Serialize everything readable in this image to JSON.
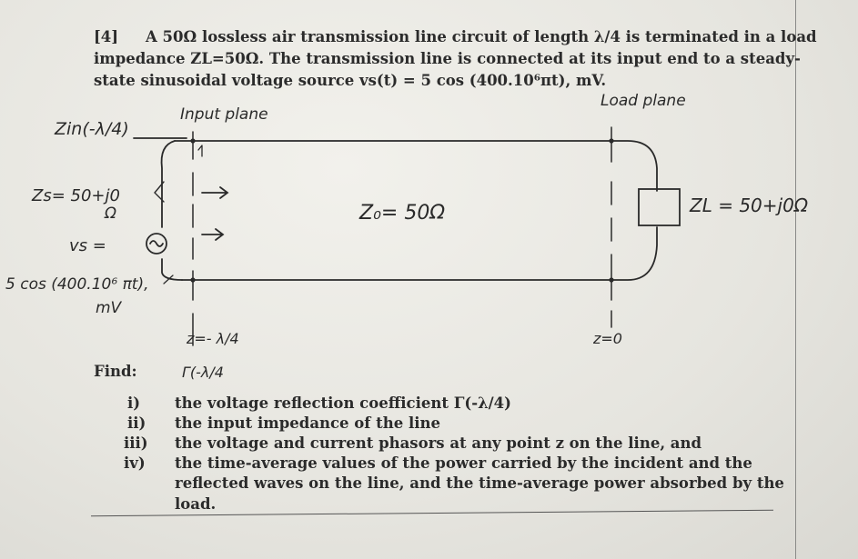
{
  "problem": {
    "number": "[4]",
    "line1": "A 50Ω lossless air transmission line circuit of length λ/4 is terminated in a load",
    "line2": "impedance ZL=50Ω. The transmission line is connected at its input end to a steady-",
    "line3": "state sinusoidal voltage source vs(t) = 5 cos (400.10⁶πt), mV."
  },
  "diagram": {
    "input_plane": "Input plane",
    "load_plane": "Load plane",
    "zin": "Zin(-λ/4)",
    "zs": "Zs= 50+j0",
    "zs_unit": "Ω",
    "vs": "vs =",
    "source_expr": "5 cos (400.10⁶ πt),",
    "source_unit": "mV",
    "z0": "Z₀= 50Ω",
    "zl": "ZL = 50+j0Ω",
    "z_input": "z=- λ/4",
    "z_load": "z=0",
    "gamma": "Γ(-λ/4"
  },
  "find": {
    "label": "Find:",
    "items": [
      {
        "num": "i)",
        "text": "the voltage reflection coefficient Γ(-λ/4)"
      },
      {
        "num": "ii)",
        "text": "the input impedance of the line"
      },
      {
        "num": "iii)",
        "text": "the voltage and current phasors at any point z on the line, and"
      },
      {
        "num": "iv)",
        "text": "the time-average values of the power carried by the incident and the"
      }
    ],
    "continuation1": "reflected waves on the line, and the time-average power absorbed by the",
    "continuation2": "load."
  }
}
